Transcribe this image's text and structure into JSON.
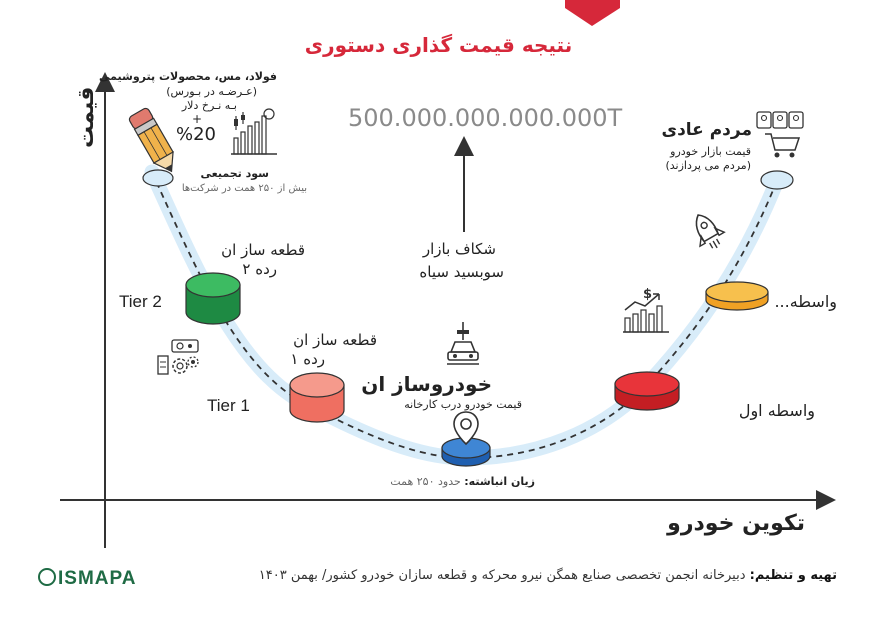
{
  "title": "نتیجه قیمت گذاری دستوری",
  "axes": {
    "y_label": "قیمت",
    "x_label": "تکوین خودرو"
  },
  "top_value": "500.000.000.000.000T",
  "colors": {
    "accent_red": "#d6283a",
    "curve_glow": "#d8ecf9",
    "brand_green": "#1f6b45"
  },
  "raw_materials": {
    "title": "فولاد، مس، محصولات پتروشیمی",
    "subtitle": "(عـرضـه در بـورس)",
    "note": "بـه نـرخ دلار",
    "plus": "+",
    "percent": "%20",
    "profit_title": "سود تجمیعی",
    "profit_note": "بیش از ۲۵۰ همت در شرکت‌ها",
    "icons": [
      "pencil-icon",
      "stock-chart-icon"
    ]
  },
  "tier2": {
    "title": "قطعه ساز ان",
    "subtitle": "رده ۲",
    "label": "Tier 2"
  },
  "tier1": {
    "title": "قطعه ساز ان",
    "subtitle": "رده ۱",
    "label": "Tier 1"
  },
  "market": {
    "line1": "شکاف بازار",
    "line2": "سوبسید سیاه"
  },
  "carmakers": {
    "title": "خودروساز ان",
    "subtitle": "قیمت خودرو درب کارخانه"
  },
  "loss": {
    "title": "زیان انباشته:",
    "value": "حدود ۲۵۰ همت"
  },
  "middleman1": {
    "label": "واسطه اول"
  },
  "middleman2": {
    "label": "واسطه..."
  },
  "people": {
    "title": "مردم عادی",
    "subtitle": "قیمت بازار خودرو",
    "note": "(مردم می پردازند)"
  },
  "footer": {
    "label": "تهیه و تنظیم:",
    "text": "دبیرخانه انجمن تخصصی صنایع همگن نیرو محرکه و قطعه سازان خودرو کشور/ بهمن ۱۴۰۳"
  },
  "logo": "ISMAPA"
}
